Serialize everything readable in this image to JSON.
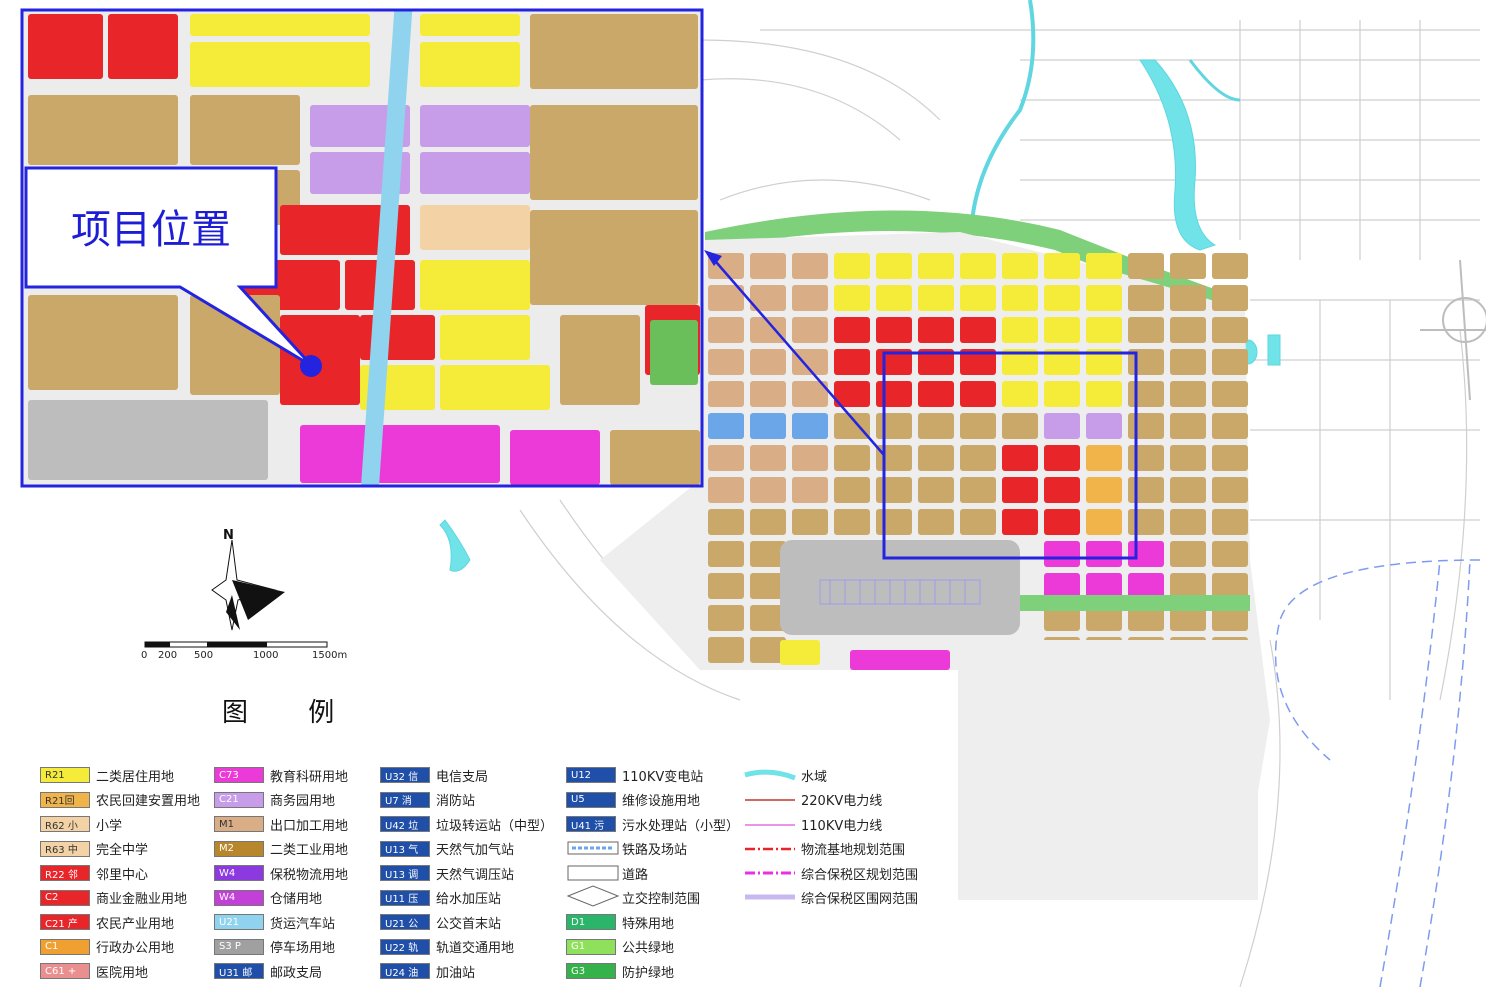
{
  "callout": {
    "text": "项目位置"
  },
  "north": {
    "label": "N"
  },
  "scale": {
    "ticks": [
      "0",
      "200",
      "500",
      "1000",
      "1500m"
    ]
  },
  "legend": {
    "title": "图 例",
    "columns": [
      [
        {
          "code": "R21",
          "label": "二类居住用地",
          "color": "#f5ec3a",
          "dark": true
        },
        {
          "code": "R21回",
          "label": "农民回建安置用地",
          "color": "#f0b44a",
          "dark": true
        },
        {
          "code": "R62 小",
          "label": "小学",
          "color": "#f3d3a5",
          "dark": true
        },
        {
          "code": "R63 中",
          "label": "完全中学",
          "color": "#f3d3a5",
          "dark": true
        },
        {
          "code": "R22 邻",
          "label": "邻里中心",
          "color": "#e8262a",
          "dark": false
        },
        {
          "code": "C2",
          "label": "商业金融业用地",
          "color": "#e8262a",
          "dark": false
        },
        {
          "code": "C21 产",
          "label": "农民产业用地",
          "color": "#e8262a",
          "dark": false
        },
        {
          "code": "C1",
          "label": "行政办公用地",
          "color": "#f0a030",
          "dark": false
        },
        {
          "code": "C61 +",
          "label": "医院用地",
          "color": "#ea8f8f",
          "dark": false
        }
      ],
      [
        {
          "code": "C73",
          "label": "教育科研用地",
          "color": "#ec3ad8",
          "dark": false
        },
        {
          "code": "C21",
          "label": "商务园用地",
          "color": "#c79ce8",
          "dark": false
        },
        {
          "code": "M1",
          "label": "出口加工用地",
          "color": "#d9ae86",
          "dark": true
        },
        {
          "code": "M2",
          "label": "二类工业用地",
          "color": "#b8872c",
          "dark": false
        },
        {
          "code": "W4",
          "label": "保税物流用地",
          "color": "#8c3ae0",
          "dark": false
        },
        {
          "code": "W4",
          "label": "仓储用地",
          "color": "#c340d8",
          "dark": false
        },
        {
          "code": "U21",
          "label": "货运汽车站",
          "color": "#8fd3ee",
          "dark": false
        },
        {
          "code": "S3 P",
          "label": "停车场用地",
          "color": "#a0a0a0",
          "dark": false
        },
        {
          "code": "U31 邮",
          "label": "邮政支局",
          "color": "#1f4fa8",
          "dark": false
        }
      ],
      [
        {
          "code": "U32 信",
          "label": "电信支局",
          "color": "#1f4fa8",
          "dark": false
        },
        {
          "code": "U7 消",
          "label": "消防站",
          "color": "#1f4fa8",
          "dark": false
        },
        {
          "code": "U42 垃",
          "label": "垃圾转运站（中型）",
          "color": "#1f4fa8",
          "dark": false
        },
        {
          "code": "U13 气",
          "label": "天然气加气站",
          "color": "#1f4fa8",
          "dark": false
        },
        {
          "code": "U13 调",
          "label": "天然气调压站",
          "color": "#1f4fa8",
          "dark": false
        },
        {
          "code": "U11 压",
          "label": "给水加压站",
          "color": "#1f4fa8",
          "dark": false
        },
        {
          "code": "U21 公",
          "label": "公交首末站",
          "color": "#1f4fa8",
          "dark": false
        },
        {
          "code": "U22 轨",
          "label": "轨道交通用地",
          "color": "#1f4fa8",
          "dark": false
        },
        {
          "code": "U24 油",
          "label": "加油站",
          "color": "#1f4fa8",
          "dark": false
        }
      ],
      [
        {
          "code": "U12",
          "label": "110KV变电站",
          "color": "#1f4fa8",
          "dark": false
        },
        {
          "code": "U5",
          "label": "维修设施用地",
          "color": "#1f4fa8",
          "dark": false
        },
        {
          "code": "U41 污",
          "label": "污水处理站（小型）",
          "color": "#1f4fa8",
          "dark": false
        },
        {
          "code": "",
          "label": "铁路及场站",
          "color": "#ffffff",
          "dark": true
        },
        {
          "code": "",
          "label": "道路",
          "color": "#ffffff",
          "dark": true
        },
        {
          "code": "",
          "label": "立交控制范围",
          "color": "#ffffff",
          "dark": true
        },
        {
          "code": "D1",
          "label": "特殊用地",
          "color": "#2bb56a",
          "dark": false
        },
        {
          "code": "G1",
          "label": "公共绿地",
          "color": "#8fe05a",
          "dark": false
        },
        {
          "code": "G3",
          "label": "防护绿地",
          "color": "#35b34a",
          "dark": false
        }
      ],
      [
        {
          "code": "",
          "label": "水域",
          "color": "#6fe3e8",
          "dark": true
        },
        {
          "code": "",
          "label": "220KV电力线",
          "color": "#ffffff",
          "dark": true
        },
        {
          "code": "",
          "label": "110KV电力线",
          "color": "#ffffff",
          "dark": true
        },
        {
          "code": "",
          "label": "物流基地规划范围",
          "color": "#ffffff",
          "dark": true
        },
        {
          "code": "",
          "label": "综合保税区规划范围",
          "color": "#ffffff",
          "dark": true
        },
        {
          "code": "",
          "label": "综合保税区围网范围",
          "color": "#ffffff",
          "dark": true
        }
      ]
    ]
  },
  "colors": {
    "residential": "#f5ec3a",
    "commercial": "#e8262a",
    "industrial": "#c9a86a",
    "industrial2": "#d9ae86",
    "education": "#ec3ad8",
    "business": "#c79ce8",
    "green": "#6abf5a",
    "greenBelt": "#7ed07a",
    "water": "#5fd6e0",
    "road": "#ececec",
    "highlight": "#2323e0",
    "logistics": "#bdbdbd",
    "school": "#f3d3a5",
    "admin": "#f0b44a",
    "transport": "#6aa6e8"
  }
}
